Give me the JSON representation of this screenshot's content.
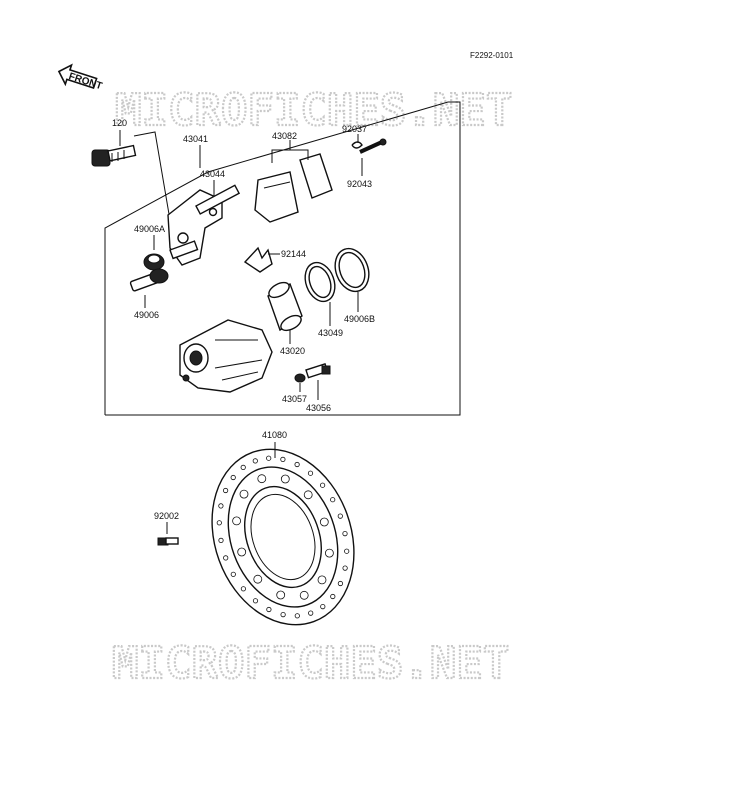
{
  "diagram": {
    "reference": "F2292-0101",
    "front_label": "FRONT",
    "watermarks": [
      "MICROFICHES.NET",
      "MICROFICHES.NET"
    ],
    "parts": {
      "p120": "120",
      "p43041": "43041",
      "p43044": "43044",
      "p43082": "43082",
      "p92037": "92037",
      "p92043": "92043",
      "p49006A": "49006A",
      "p92144": "92144",
      "p49006": "49006",
      "p43049": "43049",
      "p49006B": "49006B",
      "p43020": "43020",
      "p43057": "43057",
      "p43056": "43056",
      "p41080": "41080",
      "p92002": "92002"
    }
  }
}
